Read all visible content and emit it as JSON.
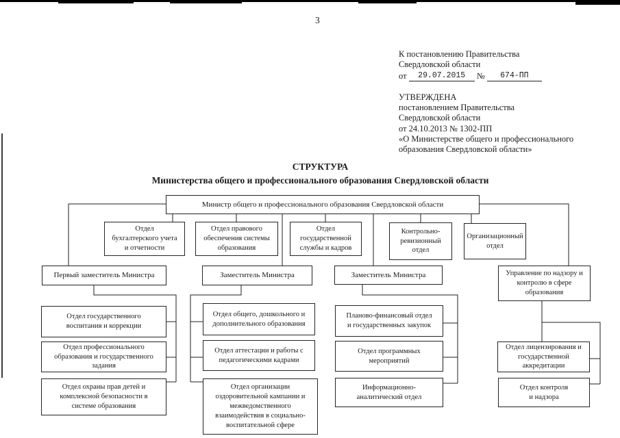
{
  "page_number": "3",
  "header": {
    "reference": [
      "К постановлению Правительства",
      "Свердловской области"
    ],
    "from_label": "от",
    "date_value": "29.07.2015",
    "number_sign": "№",
    "number_value": "674-ПП",
    "approved": [
      "УТВЕРЖДЕНА",
      "постановлением Правительства",
      "Свердловской области",
      "от 24.10.2013 № 1302-ПП",
      "«О Министерстве общего и профессионального",
      "образования Свердловской области»"
    ]
  },
  "title": {
    "line1": "СТРУКТУРА",
    "line2": "Министерства общего и профессионального образования Свердловской области"
  },
  "org": {
    "minister": "Министр общего и профессионального образования Свердловской области",
    "dept_accounting": "Отдел\nбухгалтерского учета\nи отчетности",
    "dept_legal": "Отдел правового\nобеспечения системы\nобразования",
    "dept_civil_service": "Отдел\nгосударственной\nслужбы и кадров",
    "dept_audit": "Контрольно-\nревизионный\nотдел",
    "dept_org": "Организационный\nотдел",
    "first_deputy": "Первый заместитель Министра",
    "deputy2": "Заместитель Министра",
    "deputy3": "Заместитель Министра",
    "directorate_supervision": "Управление по надзору и\nконтролю в сфере\nобразования",
    "dept_state_upbringing": "Отдел государственного\nвоспитания и коррекции",
    "dept_professional": "Отдел профессионального\nобразования и государственного\nзадания",
    "dept_children_rights": "Отдел охраны прав детей и\nкомплексной безопасности в\nсистеме образования",
    "dept_general_edu": "Отдел общего, дошкольного и\nдополнительного образования",
    "dept_attestation": "Отдел аттестации и работы с\nпедагогическими кадрами",
    "dept_health_campaign": "Отдел организации\nоздоровительной кампании  и\nмежведомственного\nвзаимодействия в социально-\nвоспитательной сфере",
    "dept_finance": "Планово-финансовый отдел\nи государственных закупок",
    "dept_programs": "Отдел программных\nмероприятий",
    "dept_info": "Информационно-\nаналитический отдел",
    "dept_licensing": "Отдел лицензирования и\nгосударственной\nаккредитации",
    "dept_control": "Отдел контроля\nи надзора"
  },
  "colors": {
    "ink": "#1c1c1c",
    "paper": "#ffffff"
  }
}
